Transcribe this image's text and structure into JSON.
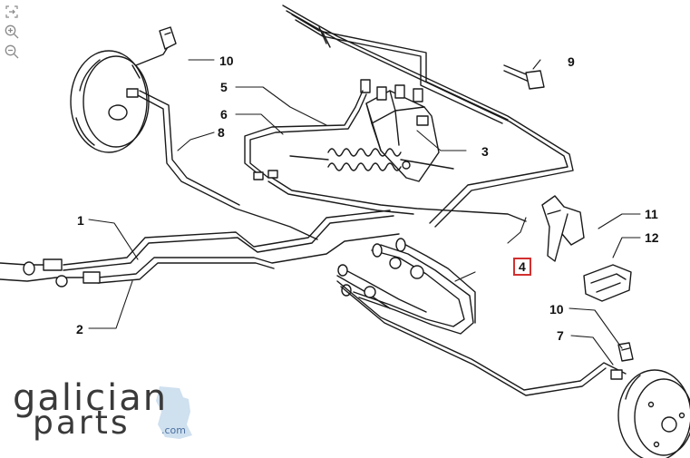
{
  "toolbar": {
    "items": [
      {
        "name": "fullscreen-icon"
      },
      {
        "name": "zoom-in-icon"
      },
      {
        "name": "zoom-out-icon"
      }
    ]
  },
  "callouts": {
    "c1": "1",
    "c2": "2",
    "c3": "3",
    "c4": "4",
    "c5": "5",
    "c6": "6",
    "c7": "7",
    "c8": "8",
    "c9": "9",
    "c10a": "10",
    "c10b": "10",
    "c11": "11",
    "c12": "12"
  },
  "highlight_color": "#d23030",
  "logo": {
    "line1": "galician",
    "line2": "parts",
    "suffix": ".com"
  }
}
